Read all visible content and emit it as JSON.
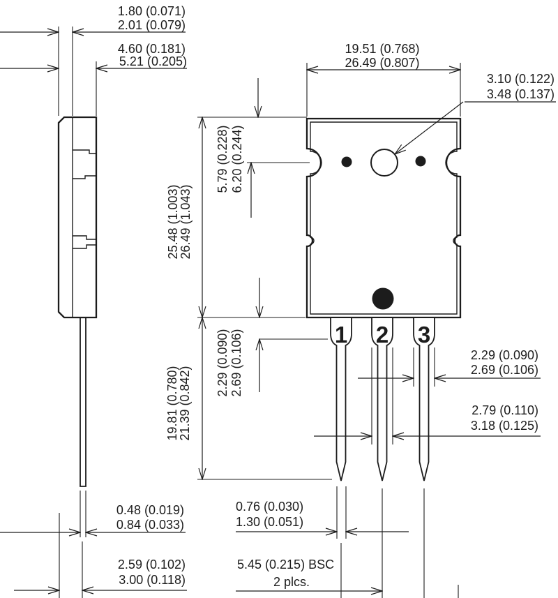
{
  "drawing": {
    "pin_labels": [
      "1",
      "2",
      "3"
    ],
    "dims": {
      "tab_thickness": {
        "line1": "1.80 (0.071)",
        "line2": "2.01 (0.079)"
      },
      "body_thickness": {
        "line1": "4.60 (0.181)",
        "line2": "5.21 (0.205)"
      },
      "body_width": {
        "line1": "19.51 (0.768)",
        "line2": "26.49 (0.807)"
      },
      "mounting_hole": {
        "line1": "3.10 (0.122)",
        "line2": "3.48 (0.137)"
      },
      "hole_to_top": {
        "line1": "5.79 (0.228)",
        "line2": "6.20 (0.244)"
      },
      "body_height": {
        "line1": "25.48 (1.003)",
        "line2": "26.49 (1.043)"
      },
      "lead_length": {
        "line1": "19.81 (0.780)",
        "line2": "21.39 (0.842)"
      },
      "shoulder_length": {
        "line1": "2.29 (0.090)",
        "line2": "2.69 (0.106)"
      },
      "shoulder_width": {
        "line1": "2.29 (0.090)",
        "line2": "2.69 (0.106)"
      },
      "center_lead_width": {
        "line1": "2.79 (0.110)",
        "line2": "3.18 (0.125)"
      },
      "lead_thickness": {
        "line1": "0.48 (0.019)",
        "line2": "0.84 (0.033)"
      },
      "lead_tip_width": {
        "line1": "0.76 (0.030)",
        "line2": "1.30 (0.051)"
      },
      "lead_offset": {
        "line1": "2.59 (0.102)",
        "line2": "3.00 (0.118)"
      },
      "lead_pitch": {
        "line1": "5.45 (0.215) BSC",
        "line2": "2 plcs."
      }
    },
    "colors": {
      "line": "#1c1c1c",
      "background": "#ffffff"
    }
  }
}
